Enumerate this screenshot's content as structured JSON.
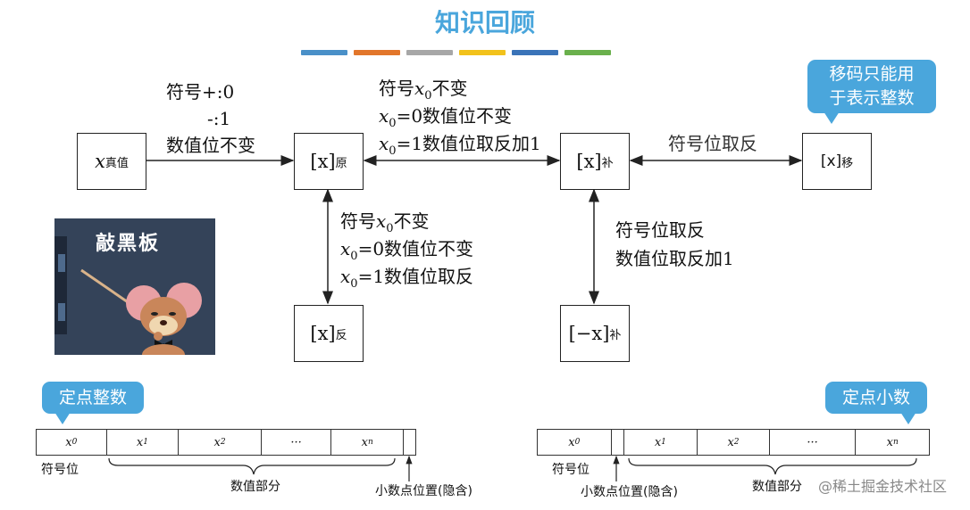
{
  "title": "知识回顾",
  "colors": {
    "accent": "#4aa6dc",
    "bars": [
      "#4a90c8",
      "#e2762b",
      "#a7a7a7",
      "#f2c21b",
      "#3a73b8",
      "#6ab04c"
    ]
  },
  "boxes": {
    "true_value": {
      "main": "x",
      "sub": "真值"
    },
    "original": {
      "main": "[x]",
      "sub": "原"
    },
    "complement": {
      "main": "[x]",
      "sub": "补"
    },
    "offset": {
      "main": "[x]",
      "sub": "移"
    },
    "ones": {
      "main": "[x]",
      "sub": "反"
    },
    "neg_complement": {
      "main": "[−x]",
      "sub": "补"
    }
  },
  "labels": {
    "true_to_original": {
      "line1": "符号+:0",
      "line2": "-:1",
      "line3": "数值位不变"
    },
    "original_to_complement": {
      "line1_prefix": "符号",
      "line1_var": "x",
      "line1_sub": "0",
      "line1_suffix": "不变",
      "line2_var": "x",
      "line2_sub": "0",
      "line2_rest": "=0数值位不变",
      "line3_var": "x",
      "line3_sub": "0",
      "line3_rest": "=1数值位取反加1"
    },
    "complement_to_offset": "符号位取反",
    "original_to_ones": {
      "line1_prefix": "符号",
      "line1_var": "x",
      "line1_sub": "0",
      "line1_suffix": "不变",
      "line2_var": "x",
      "line2_sub": "0",
      "line2_rest": "=0数值位不变",
      "line3_var": "x",
      "line3_sub": "0",
      "line3_rest": "=1数值位取反"
    },
    "complement_to_neg": {
      "line1": "符号位取反",
      "line2": "数值位取反加1"
    }
  },
  "callouts": {
    "offset_note": {
      "line1": "移码只能用",
      "line2": "于表示整数"
    },
    "integer": "定点整数",
    "fraction": "定点小数"
  },
  "image_caption": "敲黑板",
  "integer_register": {
    "cells": [
      {
        "var": "x",
        "sub": "0"
      },
      {
        "var": "x",
        "sub": "1"
      },
      {
        "var": "x",
        "sub": "2"
      },
      {
        "var": "···",
        "sub": ""
      },
      {
        "var": "x",
        "sub": "n"
      },
      {
        "var": "",
        "sub": ""
      }
    ],
    "sign_label": "符号位",
    "value_label": "数值部分",
    "point_label": "小数点位置(隐含)"
  },
  "fraction_register": {
    "cells": [
      {
        "var": "x",
        "sub": "0"
      },
      {
        "var": "",
        "sub": ""
      },
      {
        "var": "x",
        "sub": "1"
      },
      {
        "var": "x",
        "sub": "2"
      },
      {
        "var": "···",
        "sub": ""
      },
      {
        "var": "x",
        "sub": "n"
      }
    ],
    "sign_label": "符号位",
    "point_label": "小数点位置(隐含)",
    "value_label": "数值部分"
  },
  "watermark": "@稀土掘金技术社区"
}
